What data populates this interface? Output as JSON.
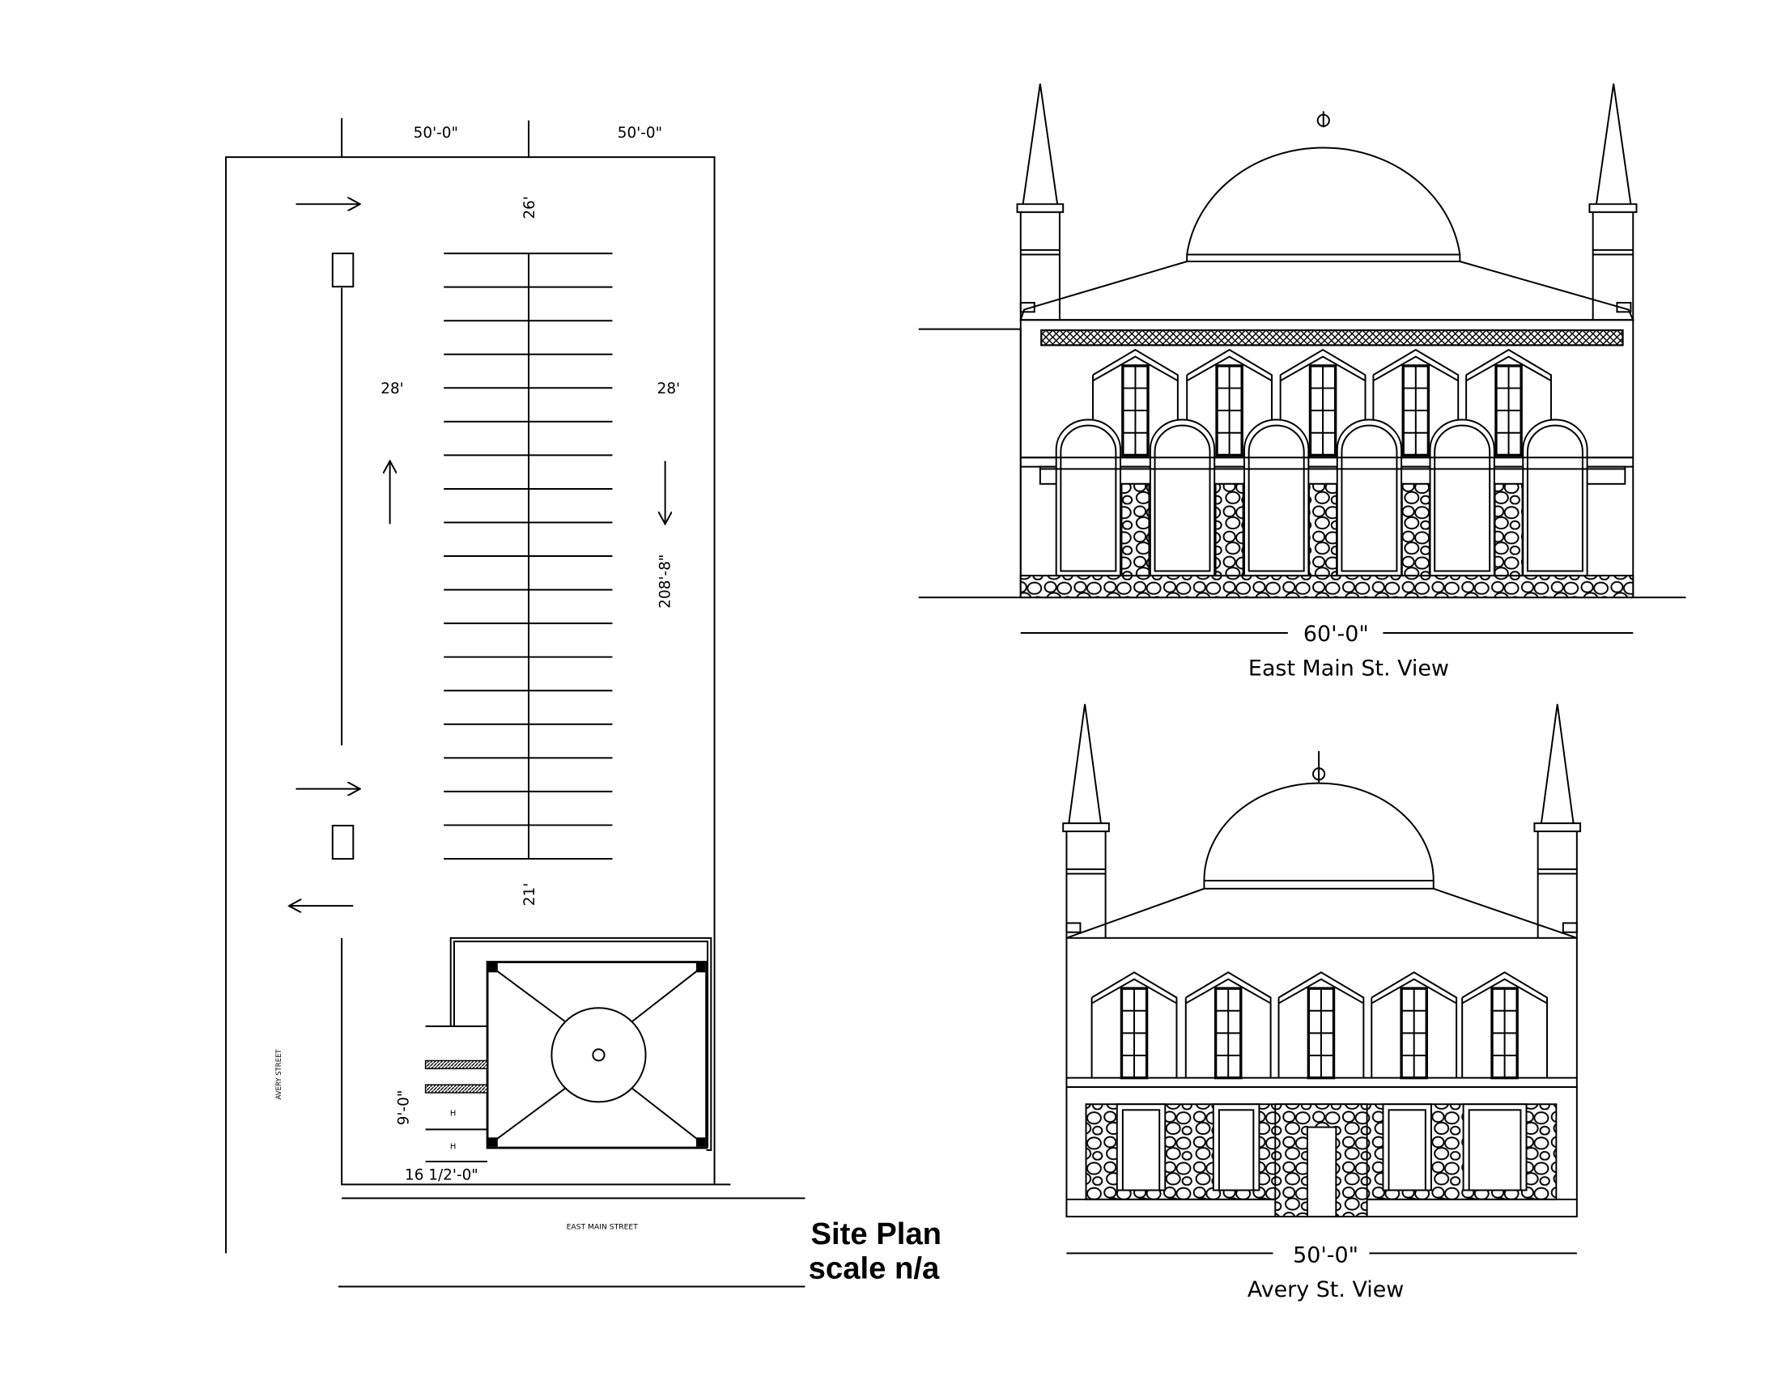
{
  "site_plan": {
    "title": "Site Plan",
    "scale": "scale n/a",
    "dim_top_left": "50'-0\"",
    "dim_top_right": "50'-0\"",
    "dim_front_setback": "26'",
    "dim_lane_left": "28'",
    "dim_lane_right": "28'",
    "dim_length": "208'-8\"",
    "dim_rear_setback": "21'",
    "dim_entry": "9'-0\"",
    "dim_building": "16 1/2'-0\"",
    "handicap_1": "H",
    "handicap_2": "H",
    "street_side": "AVERY STREET",
    "street_front": "EAST MAIN STREET"
  },
  "east_view": {
    "dimension": "60'-0\"",
    "caption": "East Main St. View"
  },
  "avery_view": {
    "dimension": "50'-0\"",
    "caption": "Avery St. View"
  },
  "colors": {
    "line": "#000000",
    "background": "#ffffff"
  }
}
